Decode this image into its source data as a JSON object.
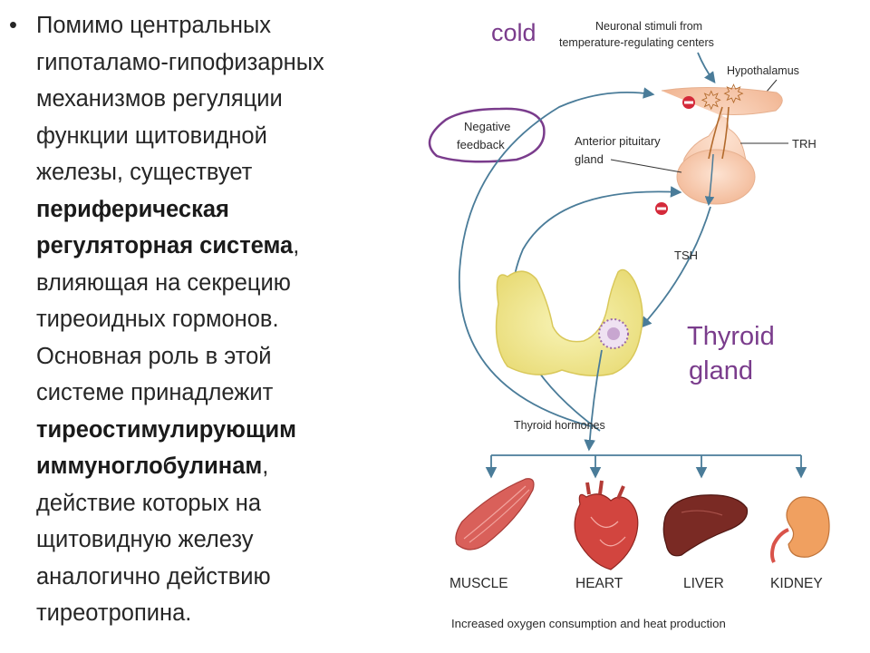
{
  "slide": {
    "bullet": "•",
    "segments": [
      {
        "text": "Помимо центральных\nгипоталамо-гипофизарных\nмеханизмов регуляции\nфункции щитовидной\nжелезы, существует\n",
        "bold": false
      },
      {
        "text": "периферическая\nрегуляторная система",
        "bold": true
      },
      {
        "text": ",\nвлияющая на секрецию\nтиреоидных гормонов.\nОсновная роль в этой\nсистеме принадлежит\n",
        "bold": false
      },
      {
        "text": "тиреостимулирующим\nиммуноглобулинам",
        "bold": true
      },
      {
        "text": ",\nдействие которых на\nщитовидную железу\nаналогично действию\nтиреотропина.",
        "bold": false
      }
    ]
  },
  "diagram": {
    "cold": "cold",
    "neuronal_line1": "Neuronal stimuli from",
    "neuronal_line2": "temperature-regulating centers",
    "hypothalamus": "Hypothalamus",
    "negative_feedback_line1": "Negative",
    "negative_feedback_line2": "feedback",
    "anterior_line1": "Anterior pituitary",
    "anterior_line2": "gland",
    "trh": "TRH",
    "tsh": "TSH",
    "thyroid_line1": "Thyroid",
    "thyroid_line2": "gland",
    "thyroid_hormones": "Thyroid hormones",
    "muscle": "MUSCLE",
    "heart": "HEART",
    "liver": "LIVER",
    "kidney": "KIDNEY",
    "footer": "Increased oxygen consumption and heat production",
    "colors": {
      "purple": "#7a3c8c",
      "arrow": "#4a7c99",
      "pituitary": "#f5c7a9",
      "thyroid": "#f3ec9a",
      "minus": "#d42a3a"
    }
  }
}
